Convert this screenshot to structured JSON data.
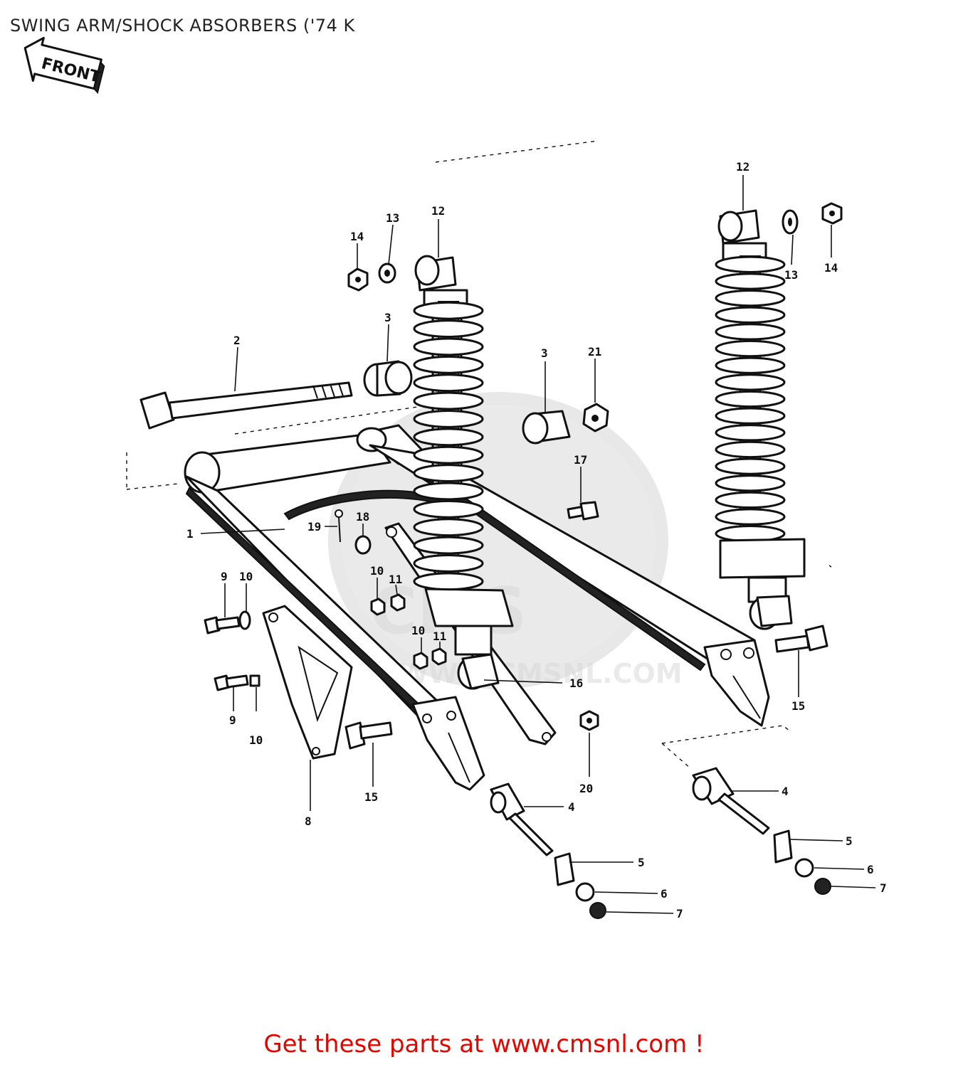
{
  "page": {
    "title": "SWING ARM/SHOCK ABSORBERS ('74 K",
    "front_arrow_label": "FRONT",
    "footer_text": "Get these parts at www.cmsnl.com !"
  },
  "watermark": {
    "text_main": "CMS",
    "text_url": "WWW.CMSNL.COM"
  },
  "callouts": [
    "12",
    "12",
    "13",
    "14",
    "13",
    "14",
    "3",
    "2",
    "3",
    "21",
    "17",
    "18",
    "19",
    "1",
    "9",
    "10",
    "10",
    "11",
    "10",
    "11",
    "9",
    "10",
    "15",
    "16",
    "15",
    "8",
    "20",
    "4",
    "4",
    "5",
    "5",
    "6",
    "6",
    "7",
    "7"
  ]
}
